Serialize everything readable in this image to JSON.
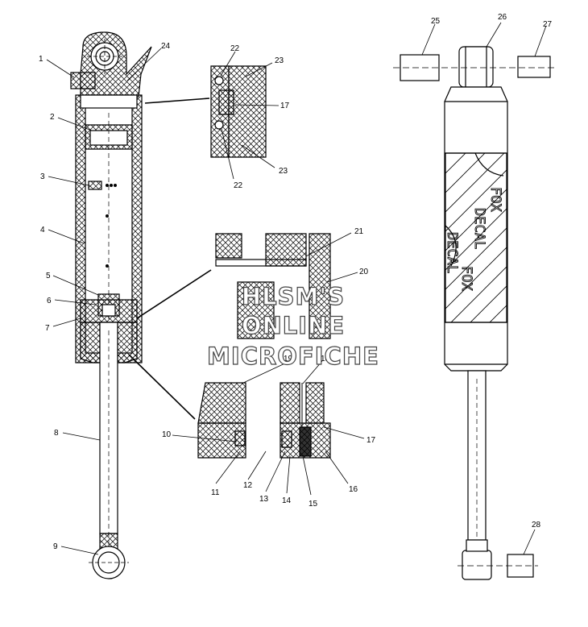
{
  "callouts": {
    "c1": "1",
    "c2": "2",
    "c3": "3",
    "c4": "4",
    "c5": "5",
    "c6": "6",
    "c7": "7",
    "c8": "8",
    "c9": "9",
    "c10": "10",
    "c11": "11",
    "c12": "12",
    "c13": "13",
    "c14": "14",
    "c15": "15",
    "c16": "16",
    "c17a": "17",
    "c17b": "17",
    "c18": "18",
    "c19": "19",
    "c20": "20",
    "c21": "21",
    "c22a": "22",
    "c22b": "22",
    "c23a": "23",
    "c23b": "23",
    "c24": "24",
    "c25": "25",
    "c26": "26",
    "c27": "27",
    "c28": "28"
  },
  "decal": {
    "fox_upper": "FOX",
    "decal_upper": "DECAL",
    "fox_lower": "FOX",
    "decal_lower": "DECAL"
  },
  "watermark": {
    "line1": "HLSM'S",
    "line2": "ONLINE",
    "line3": "MICROFICHE"
  }
}
